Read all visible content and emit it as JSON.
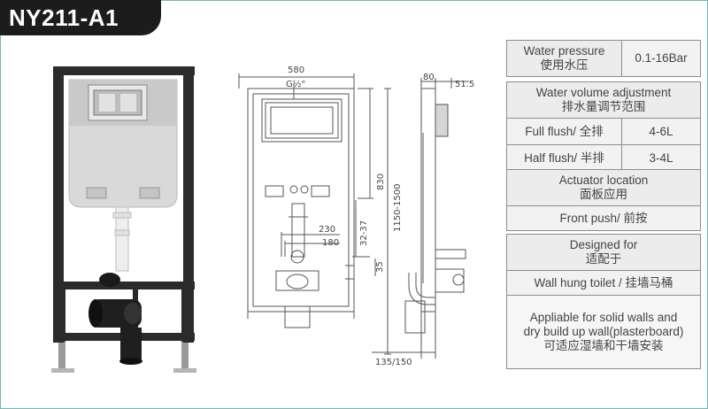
{
  "model": "NY211-A1",
  "dimensions": {
    "width": "580",
    "pipe": "G½\"",
    "height_tank": "830",
    "height_frame": "1150-1500",
    "range": "32-37",
    "w230": "230",
    "w180": "180",
    "h35": "35",
    "depth80": "80",
    "depth51": "51.5",
    "depth_base": "135/150"
  },
  "specs": {
    "pressure_en": "Water pressure",
    "pressure_cn": "使用水压",
    "pressure_val": "0.1-16Bar",
    "volume_en": "Water volume adjustment",
    "volume_cn": "排水量调节范围",
    "full_label": "Full flush/  全排",
    "full_val": "4-6L",
    "half_label": "Half flush/ 半排",
    "half_val": "3-4L",
    "actuator_en": "Actuator location",
    "actuator_cn": "面板应用",
    "actuator_val": "Front push/ 前按",
    "designed_en": "Designed for",
    "designed_cn": "适配于",
    "designed_val": "Wall hung toilet  / 挂墙马桶",
    "appl_1": "Appliable for solid walls and",
    "appl_2": "dry build up wall(plasterboard)",
    "appl_3": "可适应湿墙和干墙安装"
  },
  "colors": {
    "accent": "#6fb8b5",
    "tab": "#1c1c1c",
    "frame": "#2b2b2b",
    "cistern": "#d9d9d9"
  }
}
